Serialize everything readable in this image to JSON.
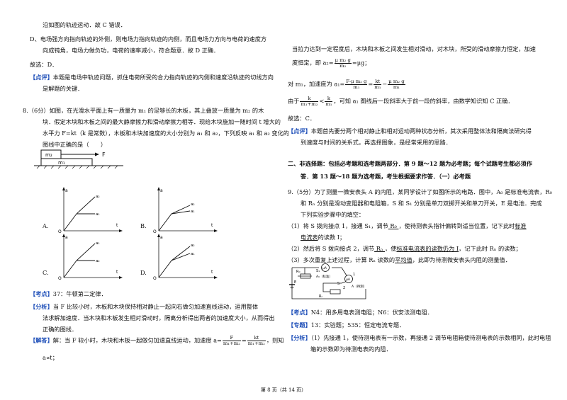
{
  "left": {
    "l1": "沿如图的轨迹运动．故 C 错误．",
    "l2": "D、电场强方向指向轨迹的外侧，则电场力指向轨迹的内侧，而且电场力方向与电荷的速度方",
    "l3": "向成钝角，电场力做负功，电荷的速率减小，符合题意．故 D 正确．",
    "l4": "故选：D．",
    "comment_tag": "【点评】",
    "comment_1": "本题是电场中轨迹问题，抓住电荷所受的合力指向轨迹的内侧和速度沿轨迹的切线方向",
    "comment_2": "是解题的关键．",
    "q8_1": "8.（6分）如图，在光滑水平面上有一质量为 m₁ 的足够长的木板，其上叠放一质量为 m₂ 的木",
    "q8_2": "块．假定木块和木板之间的最大静摩擦力和滑动摩擦力相等．现给木块施加一随时间 t 增大的",
    "q8_3": "水平力 F=kt（k 是常数），木板和木块加速度的大小分别为 a₁ 和 a₂，下列反映 a₁ 和 a₂ 变化的",
    "q8_4": "图线中正确的是（　　）",
    "fig": {
      "m2": "m₂",
      "m1": "m₁",
      "F": "F"
    },
    "graphs": [
      {
        "opt": "A.",
        "ax": "a",
        "t": "t",
        "o": "O",
        "top": "a₂",
        "bot": "a₁"
      },
      {
        "opt": "B.",
        "ax": "a",
        "t": "t",
        "o": "O",
        "top": "a₂",
        "bot": "a₁"
      },
      {
        "opt": "C.",
        "ax": "a",
        "t": "t",
        "o": "O",
        "top": "a₁",
        "bot": "a₂"
      },
      {
        "opt": "D.",
        "ax": "a",
        "t": "t",
        "o": "O",
        "top": "a₂",
        "bot": "a₁"
      }
    ],
    "kd_tag": "【考点】",
    "kd": "37：牛顿第二定律．",
    "fx_tag": "【分析】",
    "fx_1": "当 F 比较小时，木板和木块保持相对静止一起向右做匀加速直线运动，运用整体",
    "fx_2": "法求解加速度．当木块和木板发生相对滑动时，隔离分析得出两者的加速度大小，从而得出",
    "fx_3": "正确的图线．",
    "jd_tag": "【解答】",
    "jd_1": "解：当 F 较小时，木块和木板一起做匀加速直线运动，加速度 a=",
    "jd_frac1_n": "F",
    "jd_frac1_d": "m₁+m₂",
    "jd_eq": "=",
    "jd_frac2_n": "kt",
    "jd_frac2_d": "m₁+m₂",
    "jd_tail": "，则知",
    "jd_2": "a∝t；"
  },
  "right": {
    "r1": "当拉力达到一定程度后，木块和木板之间发生相对滑动，对木块，所受的滑动摩擦力恒定，加速",
    "r2a": "度恒定，即 a₂=",
    "r2_frac_n": "μ m₂ g",
    "r2_frac_d": "m₂",
    "r2b": "=μg；",
    "r3a": "对 m₁，加速度为 a₁=",
    "r3_frac1_n": "F-μ m₂ g",
    "r3_frac1_d": "m₁",
    "r3_eq": "=",
    "r3_frac2_n": "kt",
    "r3_frac2_d": "m₁",
    "r3_minus": "−",
    "r3_frac3_n": "μ m₂ g",
    "r3_frac3_d": "m₁",
    "r4a": "由于",
    "r4_frac1_n": "k",
    "r4_frac1_d": "m₁+m₂",
    "r4_lt": "<",
    "r4_frac2_n": "k",
    "r4_frac2_d": "m₁",
    "r4b": "，可知 a₁ 图线后一段斜率大于前一段的斜率，由数学知识知 C 正确．",
    "r5": "故选：C．",
    "dp_tag": "【点评】",
    "dp_1": "本题首先要分两个相对静止和相对运动两种状态分析，其次采用整体法和隔离法研究得",
    "dp_2": "到速度与时间的关系式，再选择图象，是经常采用的思路．",
    "sec_1": "二、非选择题：包括必考题和选考题两部分．第 9 题～12 题为必考题；每个试题考生都必须作",
    "sec_2": "答．第 13 题～18 题为选考题，考生根据要求作答．（一）必考题",
    "q9_1": "9.（5分）为了测量一微安表头 A 的内阻，某同学设计了如图所示的电路．图中，A₀ 是标准电流表，R₀",
    "q9_2": "和 Rₙ 分别是滑动变阻器和电阻箱，S 和 S₁ 分别是单刀双掷开关和单刀开关，E 是电池．完成",
    "q9_3": "下列实验步骤中的填空：",
    "s1a": "（1）将 S 拨向接点 1，接通 S₁，调节",
    "s1_blank": "  R₀  ",
    "s1b": "，使待测表头指针偏转到适当位置，记下此时",
    "s1_blank2": "标准",
    "s1c_blank": "电流表",
    "s1c": "的读数 I；",
    "s2a": "（2）然后将 S 拨向接点 2，调节",
    "s2_blank": "  Rₙ  ",
    "s2b": "，使",
    "s2_blank2": "标准电流表的读数仍为 I",
    "s2c": "，记下此时 Rₙ 的读数；",
    "s3a": "（3）多次重复上述过程，计算 Rₙ 读数的",
    "s3_blank": "平均值",
    "s3b": "，此即为待测微安表头内阻的测量值．",
    "circuit": {
      "e": "E",
      "s1": "S₁",
      "r0": "R₀",
      "a0": "A₀（标准）",
      "a": "A（待测）",
      "rn": "Rₙ",
      "s": "S",
      "p1": "1",
      "p2": "2",
      "mu1": "μA",
      "mu2": "μA"
    },
    "kd_tag": "【考点】",
    "kd": "N4：用多用电表测电阻；N6：伏安法测电阻．",
    "zt_tag": "【专题】",
    "zt": "13：实验题；535：恒定电流专题．",
    "fx_tag": "【分析】",
    "fx_1": "（1）先接通 1，使待测电表有一示数，再接通 2 调节电阻箱使待测电表的示数相同，此时电阻",
    "fx_2": "箱的示数即为待测电表的内阻．"
  },
  "footer": "第 8 页（共 14 页）"
}
